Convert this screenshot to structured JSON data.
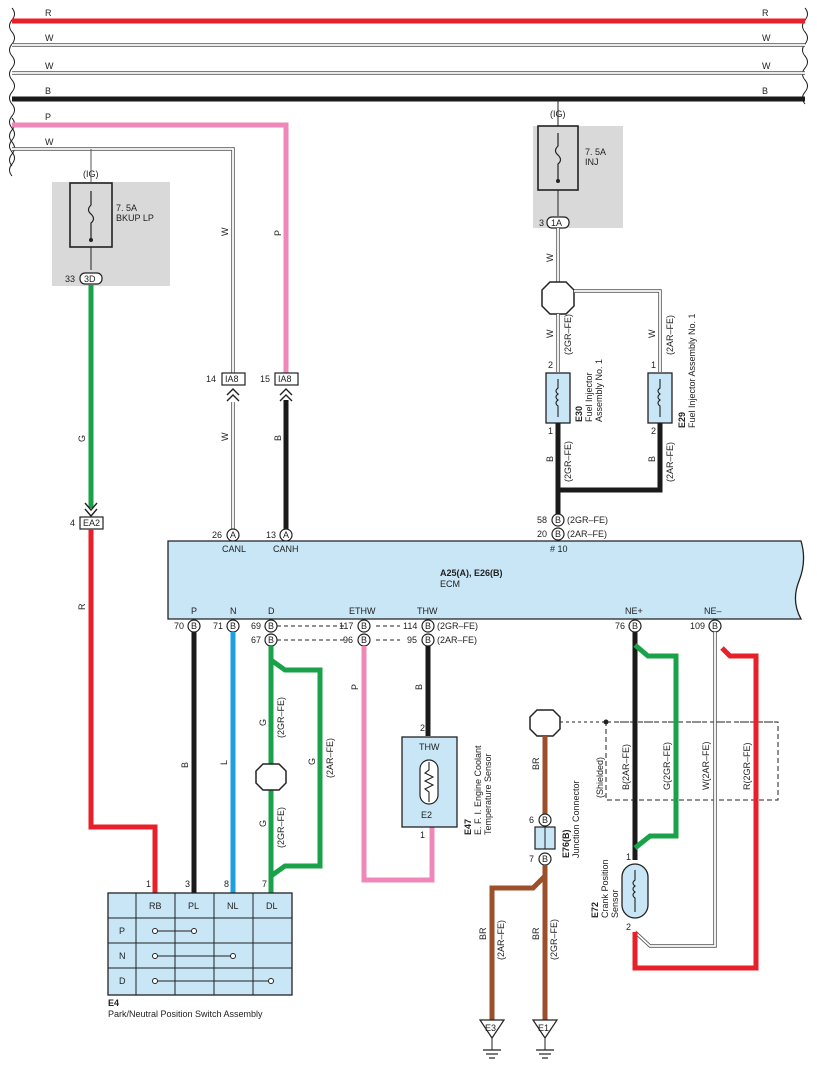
{
  "buses": [
    {
      "label": "R",
      "color": "#e8202a"
    },
    {
      "label": "W",
      "color": "#ffffff"
    },
    {
      "label": "W",
      "color": "#ffffff"
    },
    {
      "label": "B",
      "color": "#1a1a1a"
    },
    {
      "label": "P",
      "color": "#ef88b8"
    },
    {
      "label": "W",
      "color": "#ffffff"
    }
  ],
  "fuses": {
    "bkup": {
      "ig": "(IG)",
      "rating": "7. 5A",
      "name": "BKUP LP",
      "pin": "33",
      "conn": "3D"
    },
    "inj": {
      "ig": "(IG)",
      "rating": "7. 5A",
      "name": "INJ",
      "pin": "3",
      "conn": "1A"
    }
  },
  "ecm": {
    "title": "A25(A), E26(B)",
    "name": "ECM",
    "top_labels": {
      "canl": "CANL",
      "canh": "CANH",
      "pin10": "# 10"
    },
    "top_pins": {
      "canl_num": "26",
      "canl_conn": "A",
      "canh_num": "13",
      "canh_conn": "A",
      "p58": "58",
      "p58_conn": "B",
      "p58_var": "(2GR–FE)",
      "p20": "20",
      "p20_conn": "B",
      "p20_var": "(2AR–FE)"
    },
    "bottom_labels": {
      "p": "P",
      "n": "N",
      "d": "D",
      "ethw": "ETHW",
      "thw": "THW",
      "nep": "NE+",
      "nem": "NE–"
    },
    "bottom_pins": {
      "p70": "70",
      "p71": "71",
      "p69": "69",
      "p67": "67",
      "p117": "117",
      "p96": "96",
      "p114": "114",
      "p95": "95",
      "v114": "(2GR–FE)",
      "v95": "(2AR–FE)",
      "p76": "76",
      "p109": "109",
      "conn": "B"
    }
  },
  "connectors": {
    "ia8_14": {
      "pin": "14",
      "label": "IA8"
    },
    "ia8_15": {
      "pin": "15",
      "label": "IA8"
    },
    "ea2": {
      "pin": "4",
      "label": "EA2"
    }
  },
  "injectors": {
    "e30": {
      "code": "E30",
      "name1": "Fuel Injector",
      "name2": "Assembly No. 1",
      "pin_top": "2",
      "pin_bot": "1"
    },
    "e29": {
      "code": "E29",
      "name1": "Fuel Injector Assembly No. 1",
      "pin_top": "1",
      "pin_bot": "2"
    }
  },
  "coolant": {
    "code": "E47",
    "name1": "E. F. I. Engine Coolant",
    "name2": "Temperature Sensor",
    "term_top": "THW",
    "term_bot": "E2",
    "pin_top": "2",
    "pin_bot": "1"
  },
  "junction": {
    "code": "E76(B)",
    "name": "Junction Connector",
    "pin6": "6",
    "pin7": "7",
    "conn": "B",
    "shielded": "(Shielded)"
  },
  "crank": {
    "code": "E72",
    "name1": "Crank Position",
    "name2": "Sensor",
    "pin1": "1",
    "pin2": "2"
  },
  "pnp": {
    "code": "E4",
    "name": "Park/Neutral Position Switch Assembly",
    "cols": [
      "RB",
      "PL",
      "NL",
      "DL"
    ],
    "rows": [
      "P",
      "N",
      "D"
    ],
    "pins": [
      "1",
      "3",
      "8",
      "7"
    ]
  },
  "grounds": [
    "E3",
    "E1"
  ],
  "wire_labels": {
    "W": "W",
    "P": "P",
    "G": "G",
    "B": "B",
    "R": "R",
    "L": "L",
    "BR": "BR",
    "v2gr": "(2GR–FE)",
    "v2ar": "(2AR–FE)",
    "b2ar": "B(2AR–FE)",
    "g2gr": "G(2GR–FE)",
    "w2ar": "W(2AR–FE)",
    "r2gr": "R(2GR–FE)"
  }
}
